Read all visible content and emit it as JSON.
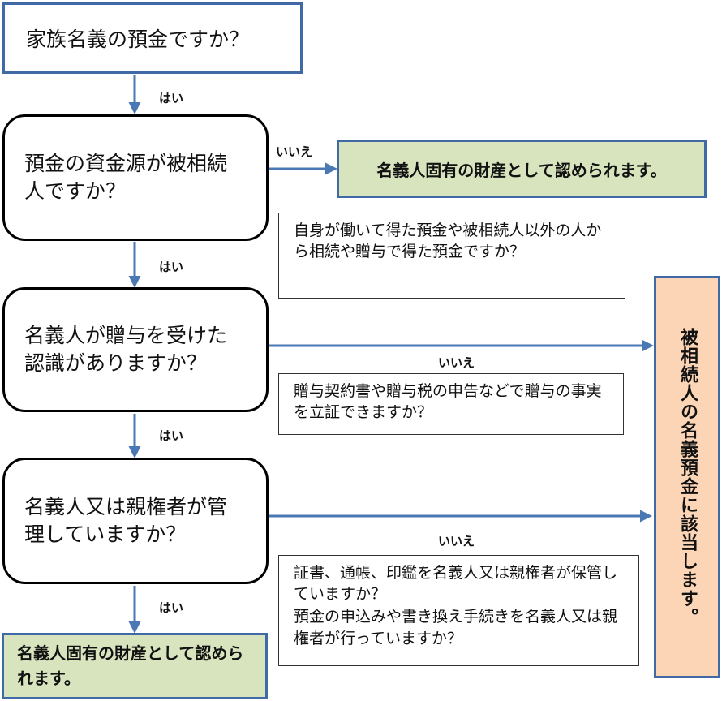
{
  "start": "家族名義の預金ですか？",
  "questions": [
    "預金の資金源が被相続人ですか？",
    "名義人が贈与を受けた認識がありますか？",
    "名義人又は親権者が管理していますか？"
  ],
  "yes_label": "はい",
  "no_label": "いいえ",
  "result_right": "名義人固有の財産として認められます。",
  "result_bottom": "名義人固有の財産として認められます。",
  "result_side": "被相続人の名義預金に該当します。",
  "notes": [
    [
      "自身が働いて得た預金や被相続人以外の人から相続や贈与で得た預金ですか？"
    ],
    [
      "贈与契約書や贈与税の申告などで贈与の事実を立証できますか？"
    ],
    [
      "証書、通帳、印鑑を名義人又は親権者が保管していますか？",
      "預金の申込みや書き換え手続きを名義人又は親権者が行っていますか？"
    ]
  ],
  "colors": {
    "arrow": "#4a78b4",
    "box_border": "#3f6aa5",
    "green_fill": "#d7e4bd",
    "peach_fill": "#fbd5b5"
  }
}
